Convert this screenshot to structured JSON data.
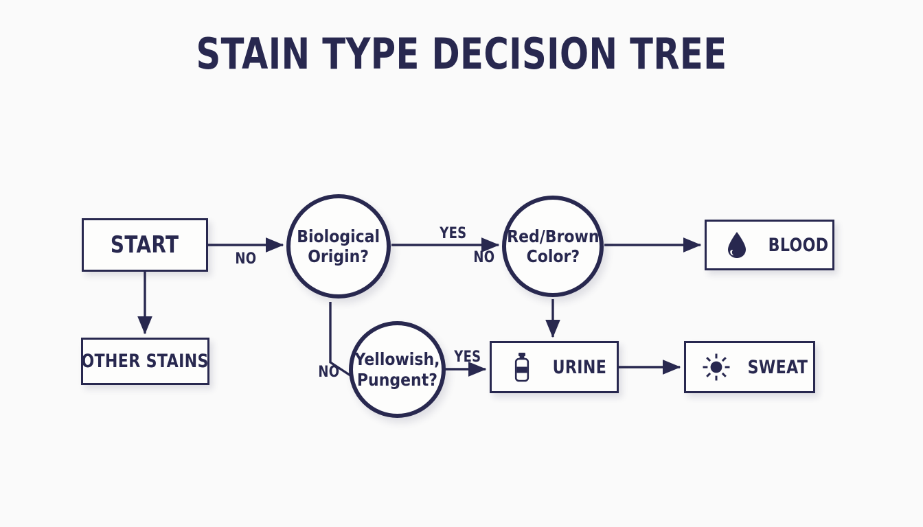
{
  "title": "STAIN TYPE DECISION TREE",
  "theme": {
    "background": "#fafafa",
    "ink": "#28284f",
    "node_fill": "#fdfdfc"
  },
  "nodes": {
    "start": {
      "label": "START",
      "type": "terminator"
    },
    "other_stains": {
      "label": "OTHER STAINS",
      "type": "outcome"
    },
    "biological_origin": {
      "label_line1": "Biological",
      "label_line2": "Origin?",
      "type": "decision"
    },
    "red_brown_color": {
      "label_line1": "Red/Brown",
      "label_line2": "Color?",
      "type": "decision"
    },
    "yellowish_pungent": {
      "label_line1": "Yellowish,",
      "label_line2": "Pungent?",
      "type": "decision"
    },
    "blood": {
      "label": "BLOOD",
      "type": "outcome",
      "icon": "blood-drop-icon"
    },
    "urine": {
      "label": "URINE",
      "type": "outcome",
      "icon": "vial-bottle-icon"
    },
    "sweat": {
      "label": "SWEAT",
      "type": "outcome",
      "icon": "sun-icon"
    }
  },
  "edges": [
    {
      "id": "start-to-biological",
      "label": "NO",
      "from": "start",
      "to": "biological_origin"
    },
    {
      "id": "start-to-other",
      "label": "",
      "from": "start",
      "to": "other_stains"
    },
    {
      "id": "biological-yes",
      "label": "YES",
      "from": "biological_origin",
      "to": "red_brown_color"
    },
    {
      "id": "biological-to-redbrown-no",
      "label": "NO",
      "from": "biological_origin",
      "to": "red_brown_color"
    },
    {
      "id": "biological-no-down",
      "label": "NO",
      "from": "biological_origin",
      "to": "yellowish_pungent"
    },
    {
      "id": "redbrown-to-blood",
      "label": "",
      "from": "red_brown_color",
      "to": "blood"
    },
    {
      "id": "redbrown-to-urine",
      "label": "",
      "from": "red_brown_color",
      "to": "urine"
    },
    {
      "id": "yellowish-yes",
      "label": "YES",
      "from": "yellowish_pungent",
      "to": "urine"
    },
    {
      "id": "urine-to-sweat",
      "label": "",
      "from": "urine",
      "to": "sweat"
    }
  ]
}
